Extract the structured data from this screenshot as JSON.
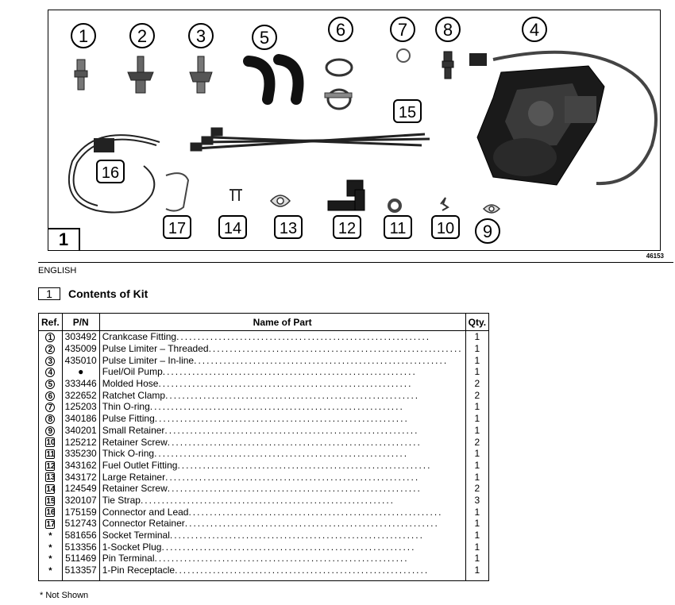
{
  "figure": {
    "kit_number": "1",
    "figure_id": "46153",
    "callouts_circled": [
      "1",
      "2",
      "3",
      "5",
      "6",
      "7",
      "8",
      "4",
      "9"
    ],
    "callouts_boxed": [
      "15",
      "16",
      "17",
      "14",
      "13",
      "12",
      "11",
      "10"
    ]
  },
  "language": "ENGLISH",
  "section": {
    "number": "1",
    "title": "Contents of Kit"
  },
  "table": {
    "headers": {
      "ref": "Ref.",
      "pn": "P/N",
      "name": "Name of Part",
      "qty": "Qty."
    },
    "rows": [
      {
        "ref": "1",
        "ref_style": "circle",
        "pn": "303492",
        "name": "Crankcase Fitting",
        "qty": "1"
      },
      {
        "ref": "2",
        "ref_style": "circle",
        "pn": "435009",
        "name": "Pulse Limiter – Threaded",
        "qty": "1"
      },
      {
        "ref": "3",
        "ref_style": "circle",
        "pn": "435010",
        "name": "Pulse Limiter – In-line",
        "qty": "1"
      },
      {
        "ref": "4",
        "ref_style": "circle",
        "pn": "●",
        "name": "Fuel/Oil Pump",
        "qty": "1"
      },
      {
        "ref": "5",
        "ref_style": "circle",
        "pn": "333446",
        "name": "Molded Hose",
        "qty": "2"
      },
      {
        "ref": "6",
        "ref_style": "circle",
        "pn": "322652",
        "name": "Ratchet Clamp",
        "qty": "2"
      },
      {
        "ref": "7",
        "ref_style": "circle",
        "pn": "125203",
        "name": "Thin O-ring",
        "qty": "1"
      },
      {
        "ref": "8",
        "ref_style": "circle",
        "pn": "340186",
        "name": "Pulse Fitting",
        "qty": "1"
      },
      {
        "ref": "9",
        "ref_style": "circle",
        "pn": "340201",
        "name": "Small Retainer",
        "qty": "1"
      },
      {
        "ref": "10",
        "ref_style": "square",
        "pn": "125212",
        "name": "Retainer Screw",
        "qty": "2"
      },
      {
        "ref": "11",
        "ref_style": "square",
        "pn": "335230",
        "name": "Thick O-ring",
        "qty": "1"
      },
      {
        "ref": "12",
        "ref_style": "square",
        "pn": "343162",
        "name": "Fuel Outlet Fitting",
        "qty": "1"
      },
      {
        "ref": "13",
        "ref_style": "square",
        "pn": "343172",
        "name": "Large Retainer",
        "qty": "1"
      },
      {
        "ref": "14",
        "ref_style": "square",
        "pn": "124549",
        "name": "Retainer Screw",
        "qty": "2"
      },
      {
        "ref": "15",
        "ref_style": "square",
        "pn": "320107",
        "name": "Tie Strap",
        "qty": "3"
      },
      {
        "ref": "16",
        "ref_style": "square",
        "pn": "175159",
        "name": "Connector and Lead",
        "qty": "1"
      },
      {
        "ref": "17",
        "ref_style": "square",
        "pn": "512743",
        "name": "Connector Retainer",
        "qty": "1"
      },
      {
        "ref": "*",
        "ref_style": "star",
        "pn": "581656",
        "name": "Socket Terminal",
        "qty": "1"
      },
      {
        "ref": "*",
        "ref_style": "star",
        "pn": "513356",
        "name": "1-Socket Plug",
        "qty": "1"
      },
      {
        "ref": "*",
        "ref_style": "star",
        "pn": "511469",
        "name": "Pin Terminal",
        "qty": "1"
      },
      {
        "ref": "*",
        "ref_style": "star",
        "pn": "513357",
        "name": "1-Pin Receptacle",
        "qty": "1"
      }
    ]
  },
  "footnote": "* Not Shown"
}
